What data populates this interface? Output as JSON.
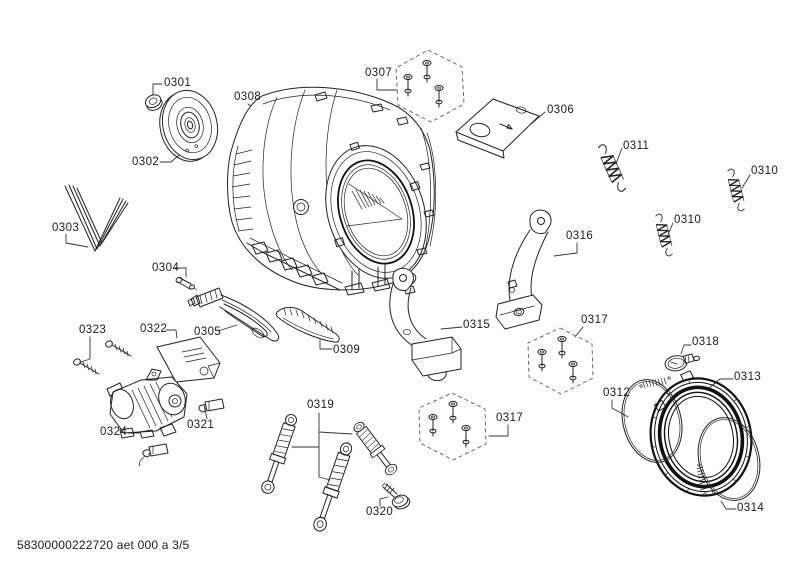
{
  "page": {
    "background": "#ffffff",
    "ink": "#222222",
    "label_color": "#1b1b1b",
    "footer": "58300000222720 aet 000 a 3/5"
  },
  "labels": [
    {
      "part": "shaft-seal",
      "text": "0301"
    },
    {
      "part": "drive-pulley",
      "text": "0302"
    },
    {
      "part": "drive-belt",
      "text": "0303"
    },
    {
      "part": "fastening-pin",
      "text": "0304"
    },
    {
      "part": "heating-element",
      "text": "0305"
    },
    {
      "part": "counterweight-lid",
      "text": "0306"
    },
    {
      "part": "screw-set",
      "text": "0307"
    },
    {
      "part": "tub-drum-assembly",
      "text": "0308"
    },
    {
      "part": "drum-paddle",
      "text": "0309"
    },
    {
      "part": "suspension-spring",
      "text": "0310"
    },
    {
      "part": "suspension-spring",
      "text": "0310"
    },
    {
      "part": "suspension-spring",
      "text": "0311"
    },
    {
      "part": "door-seal-ring",
      "text": "0312"
    },
    {
      "part": "door-bellow-seal",
      "text": "0313"
    },
    {
      "part": "door-seal-ring",
      "text": "0314"
    },
    {
      "part": "damper-bracket",
      "text": "0315"
    },
    {
      "part": "damper-bracket",
      "text": "0316"
    },
    {
      "part": "screw-set",
      "text": "0317"
    },
    {
      "part": "screw-set",
      "text": "0317"
    },
    {
      "part": "hose-clamp",
      "text": "0318"
    },
    {
      "part": "shock-absorbers",
      "text": "0319"
    },
    {
      "part": "fastening-screw",
      "text": "0320"
    },
    {
      "part": "cable-connectors",
      "text": "0321"
    },
    {
      "part": "instruction-sheet",
      "text": "0322"
    },
    {
      "part": "motor-screws",
      "text": "0323"
    },
    {
      "part": "drive-motor",
      "text": "0324"
    }
  ]
}
